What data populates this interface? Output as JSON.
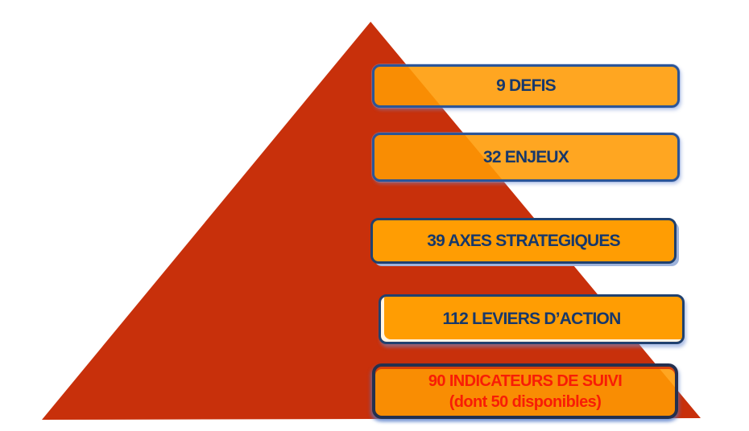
{
  "diagram": {
    "type": "pyramid-levels",
    "levels": [
      {
        "label": "9 DEFIS"
      },
      {
        "label": "32 ENJEUX"
      },
      {
        "label": "39 AXES STRATEGIQUES"
      },
      {
        "label": "112 LEVIERS D’ACTION"
      },
      {
        "label": "90 INDICATEURS DE SUIVI",
        "sublabel": "(dont 50 disponibles)"
      }
    ]
  },
  "colors": {
    "background": "#FFFFFF",
    "triangle_red": "#C8300B",
    "box_fill": "#FF9D03",
    "box_fill_translucent": "rgba(255,154,2,0.88)",
    "box_border_blue": "#2B5598",
    "box_border_navy": "#20416F",
    "box5_border": "#24304F",
    "text_navy": "#17386B",
    "text_red": "#F81D06",
    "shadow_blue": "#9FB4DC"
  }
}
